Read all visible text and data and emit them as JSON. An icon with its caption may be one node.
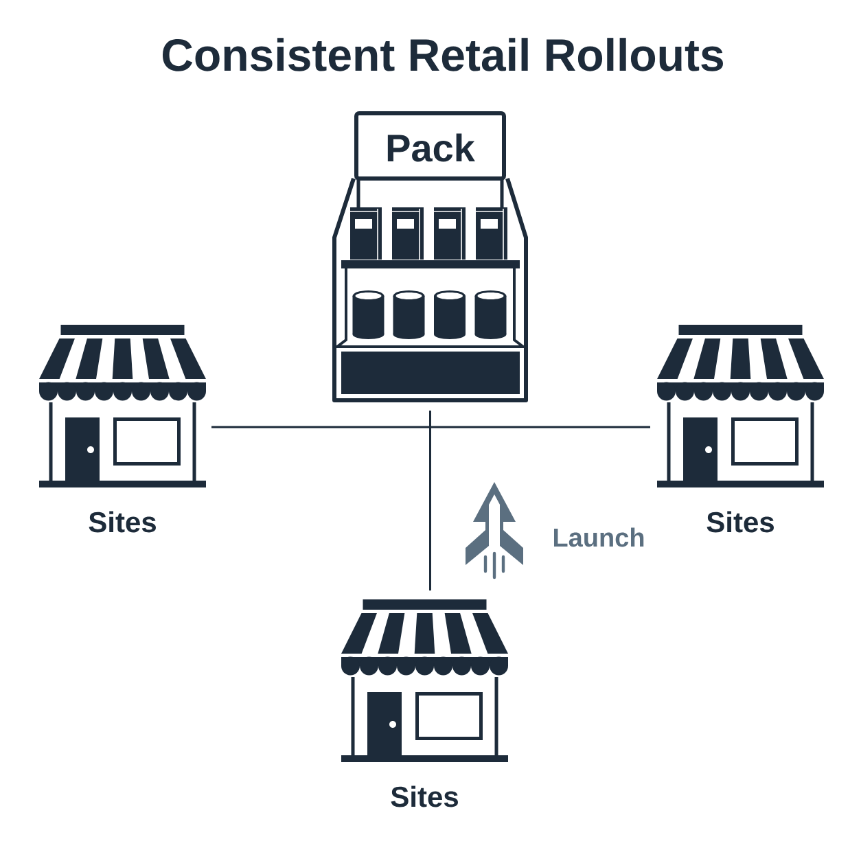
{
  "diagram": {
    "title": "Consistent Retail Rollouts",
    "nodes": [
      {
        "text": [
          "Pack"
        ]
      },
      {
        "text": [],
        "shape": "picture",
        "beside": [
          "Sites"
        ]
      },
      {
        "text": [],
        "shape": "picture",
        "beside": [
          "Sites"
        ]
      },
      {
        "text": [],
        "shape": "picture",
        "beside": [
          "Sites"
        ]
      }
    ],
    "edges": [
      {
        "from": 0,
        "to": 1,
        "arrow": "none"
      },
      {
        "from": 0,
        "to": 2,
        "arrow": "none"
      },
      {
        "from": 0,
        "to": 3,
        "arrow": "none"
      }
    ],
    "labels": [
      "Launch"
    ]
  }
}
